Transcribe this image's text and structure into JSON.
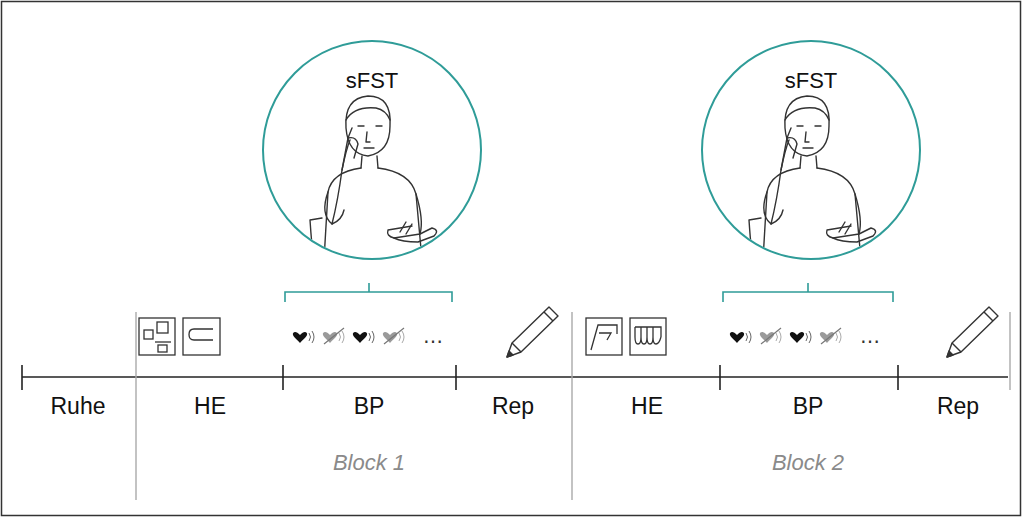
{
  "diagram": {
    "nodes": [
      {
        "text": [
          "sFST"
        ]
      },
      {
        "text": [
          "sFST"
        ]
      }
    ],
    "labels": [
      "Ruhe",
      "HE",
      "BP",
      "Rep",
      "HE",
      "BP",
      "Rep",
      "Block 1",
      "Block 2"
    ]
  }
}
